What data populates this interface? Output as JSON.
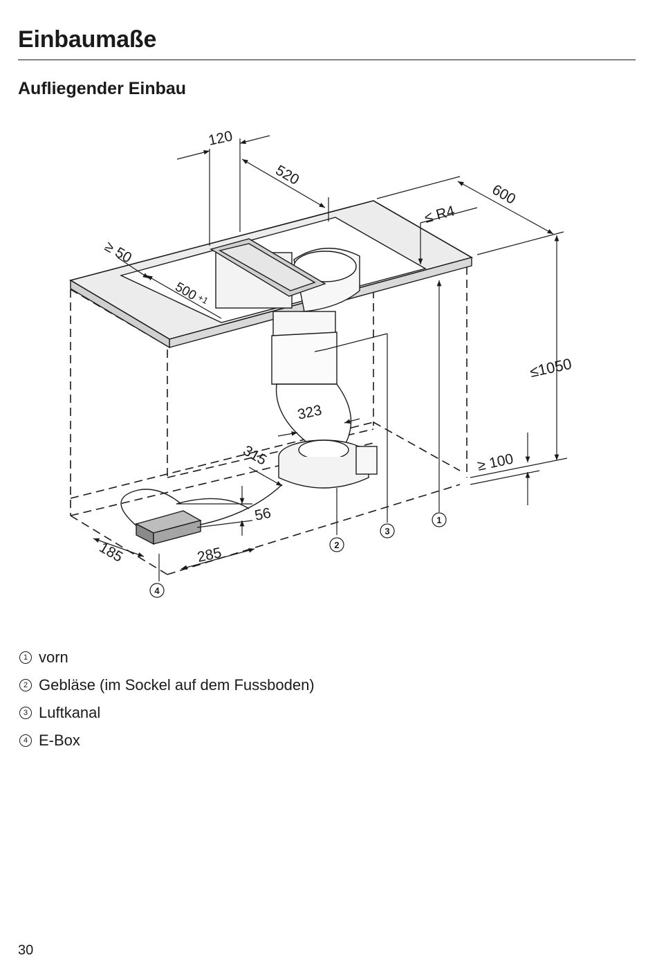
{
  "page": {
    "title": "Einbaumaße",
    "section_title": "Aufliegender Einbau",
    "page_number": "30"
  },
  "diagram": {
    "dimensions": {
      "d120": "120",
      "d520": "520",
      "d600": "600",
      "r4": "≤ R4",
      "min50": "≥ 50",
      "d500": "500",
      "d500_tol": "+1",
      "max1050": "≤1050",
      "min100": "≥ 100",
      "d323": "323",
      "d315": "315",
      "d56": "56",
      "d185": "185",
      "d285": "285"
    },
    "callouts": {
      "c1": "1",
      "c2": "2",
      "c3": "3",
      "c4": "4"
    }
  },
  "legend": [
    {
      "num": "1",
      "label": "vorn"
    },
    {
      "num": "2",
      "label": "Gebläse (im Sockel auf dem Fussboden)"
    },
    {
      "num": "3",
      "label": "Luftkanal"
    },
    {
      "num": "4",
      "label": "E-Box"
    }
  ]
}
